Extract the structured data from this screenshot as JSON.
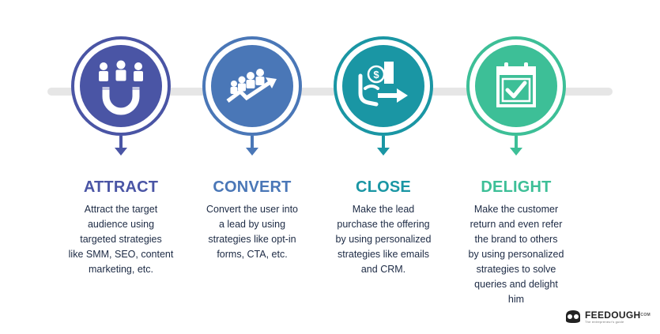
{
  "colors": {
    "attract": "#4a55a5",
    "convert": "#4a77b7",
    "close": "#1a96a4",
    "delight": "#3dbf97",
    "connector": "#e6e6e6",
    "text": "#1c2a44"
  },
  "stages": [
    {
      "title": "ATTRACT",
      "icon": "people-magnet-icon",
      "lines": [
        "Attract the target",
        "audience using",
        "targeted  strategies",
        "like SMM, SEO, content",
        "marketing, etc."
      ]
    },
    {
      "title": "CONVERT",
      "icon": "crowd-growth-arrow-icon",
      "lines": [
        "Convert the user into",
        "a lead by using",
        "strategies like opt-in",
        "forms, CTA,  etc."
      ]
    },
    {
      "title": "CLOSE",
      "icon": "hand-money-arrow-icon",
      "lines": [
        "Make the lead",
        "purchase the offering",
        "by using personalized",
        "strategies like emails",
        "and CRM."
      ]
    },
    {
      "title": "DELIGHT",
      "icon": "calendar-check-icon",
      "lines": [
        "Make the customer",
        "return and even refer",
        "the brand to others",
        "by using personalized",
        "strategies to solve",
        "queries and delight",
        "him"
      ]
    }
  ],
  "logo": {
    "name": "FEEDOUGH",
    "suffix": "COM",
    "tagline": "The entrepreneur's guide"
  }
}
